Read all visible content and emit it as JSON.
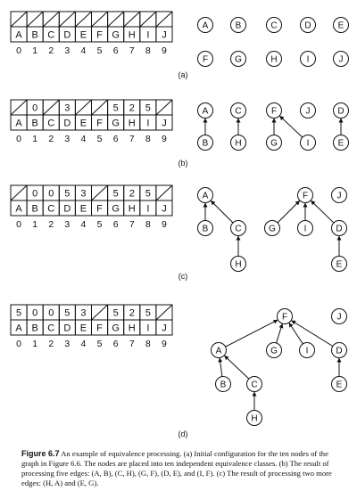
{
  "letters": [
    "A",
    "B",
    "C",
    "D",
    "E",
    "F",
    "G",
    "H",
    "I",
    "J"
  ],
  "indices": [
    "0",
    "1",
    "2",
    "3",
    "4",
    "5",
    "6",
    "7",
    "8",
    "9"
  ],
  "panels": [
    {
      "label": "(a)",
      "parents": [
        "",
        "",
        "",
        "",
        "",
        "",
        "",
        "",
        "",
        ""
      ],
      "edges": []
    },
    {
      "label": "(b)",
      "parents": [
        "",
        "0",
        "",
        "3",
        "",
        "",
        "5",
        "2",
        "5",
        ""
      ],
      "edges": [
        [
          "B",
          "A"
        ],
        [
          "H",
          "C"
        ],
        [
          "G",
          "F"
        ],
        [
          "I",
          "F"
        ],
        [
          "E",
          "D"
        ]
      ]
    },
    {
      "label": "(c)",
      "parents": [
        "",
        "0",
        "0",
        "5",
        "3",
        "",
        "5",
        "2",
        "5",
        ""
      ],
      "edges": [
        [
          "B",
          "A"
        ],
        [
          "C",
          "A"
        ],
        [
          "H",
          "C"
        ],
        [
          "G",
          "F"
        ],
        [
          "I",
          "F"
        ],
        [
          "D",
          "F"
        ],
        [
          "E",
          "D"
        ]
      ]
    },
    {
      "label": "(d)",
      "parents": [
        "5",
        "0",
        "0",
        "5",
        "3",
        "",
        "5",
        "2",
        "5",
        ""
      ],
      "edges": [
        [
          "A",
          "F"
        ],
        [
          "B",
          "A"
        ],
        [
          "C",
          "A"
        ],
        [
          "H",
          "C"
        ],
        [
          "G",
          "F"
        ],
        [
          "I",
          "F"
        ],
        [
          "D",
          "F"
        ],
        [
          "E",
          "D"
        ]
      ]
    }
  ],
  "caption": {
    "label": "Figure 6.7",
    "text": "An example of equivalence processing. (a) Initial configuration for the ten nodes of the graph in Figure 6.6. The nodes are placed into ten independent equivalence classes. (b) The result of processing five edges: (A, B), (C, H), (G, F), (D, E), and (I, F). (c) The result of processing two more edges: (H, A) and (E, G)."
  }
}
